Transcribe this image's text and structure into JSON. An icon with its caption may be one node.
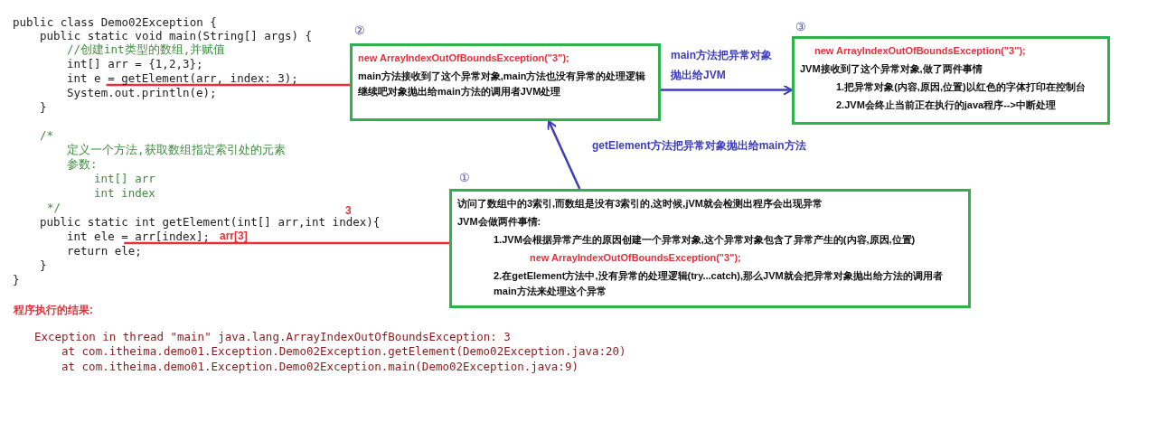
{
  "diagram": {
    "nodes": [
      {
        "text": [
          "int e = getElement(arr, index: 3);"
        ]
      },
      {
        "text": [
          "new ArrayIndexOutOfBoundsException(\"3\");",
          "main方法接收到了这个异常对象,main方法也没有异常的处理逻辑继续吧对象抛出给main方法的调用者JVM处理"
        ],
        "beside": [
          "②"
        ]
      },
      {
        "text": [
          "new ArrayIndexOutOfBoundsException(\"3\");",
          "JVM接收到了这个异常对象,做了两件事情",
          "1.把异常对象(内容,原因,位置)以红色的字体打印在控制台",
          "2.JVM会终止当前正在执行的java程序-->中断处理"
        ],
        "beside": [
          "③"
        ]
      },
      {
        "text": [
          "访问了数组中的3索引,而数组是没有3索引的,这时候,jVM就会检测出程序会出现异常",
          "JVM会做两件事情:",
          "1.JVM会根据异常产生的原因创建一个异常对象,这个异常对象包含了异常产生的(内容,原因,位置)",
          "new ArrayIndexOutOfBoundsException(\"3\");",
          "2.在getElement方法中,没有异常的处理逻辑(try...catch),那么JVM就会把异常对象抛出给方法的调用者main方法来处理这个异常"
        ],
        "beside": [
          "①"
        ]
      },
      {
        "text": [
          "int ele = arr[index];"
        ]
      }
    ],
    "edges": [
      {
        "from": 0,
        "to": 1,
        "arrow": "none",
        "color": "#e8303a"
      },
      {
        "from": 1,
        "to": 2,
        "arrow": "to",
        "label": "main方法把异常对象抛出给JVM",
        "color": "#3d3db8"
      },
      {
        "from": 3,
        "to": 1,
        "arrow": "to",
        "label": "getElement方法把异常对象抛出给main方法",
        "color": "#3d3db8"
      },
      {
        "from": 4,
        "to": 3,
        "arrow": "none",
        "color": "#e8303a"
      }
    ],
    "labels": [
      "public class Demo02Exception {",
      "public static void main(String[] args) {",
      "//创建int类型的数组,并赋值",
      "int[] arr = {1,2,3};",
      "System.out.println(e);",
      "}",
      "/*",
      "定义一个方法,获取数组指定索引处的元素",
      "参数:",
      "int[] arr",
      "int index",
      "*/",
      "public static int getElement(int[] arr,int index){",
      "3",
      "arr[3]",
      "return ele;",
      "}",
      "}",
      "程序执行的结果:",
      "Exception in thread \"main\" java.lang.ArrayIndexOutOfBoundsException: 3",
      "at com.itheima.demo01.Exception.Demo02Exception.getElement(Demo02Exception.java:20)",
      "at com.itheima.demo01.Exception.Demo02Exception.main(Demo02Exception.java:9)"
    ]
  }
}
